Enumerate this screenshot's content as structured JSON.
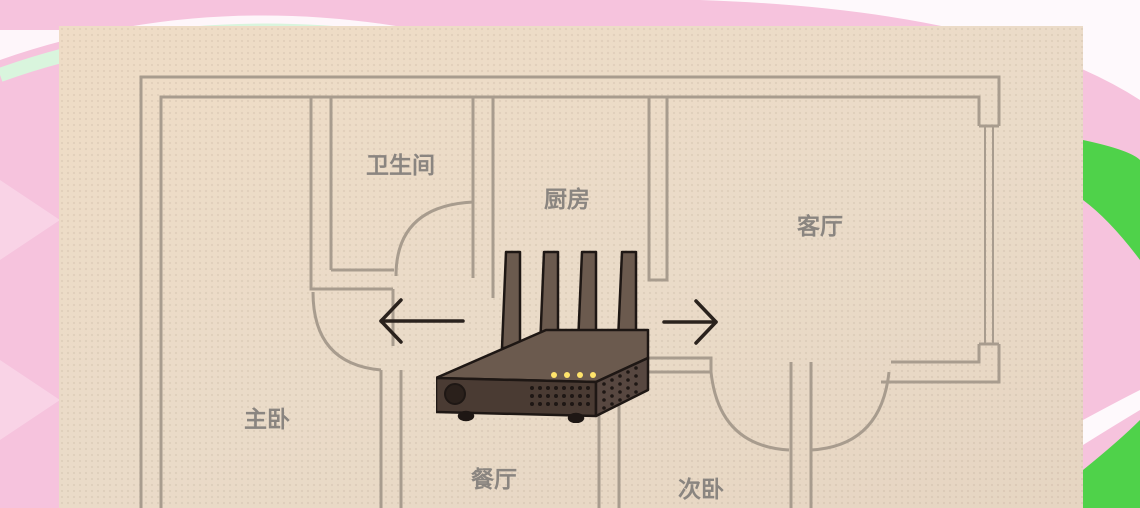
{
  "colors": {
    "page_background": "#f6c3dd",
    "accent_green": "#4fd24a",
    "panel_background": "#eadbc8",
    "wall_line": "#a89c8e",
    "label_text": "#8a8580",
    "router_body": "#5b4a40",
    "router_led": "#ffe46b"
  },
  "rooms": {
    "bathroom": "卫生间",
    "kitchen": "厨房",
    "living_room": "客厅",
    "master_bedroom": "主卧",
    "dining_room": "餐厅",
    "second_bedroom": "次卧"
  },
  "icons": {
    "router": "wifi-router-icon",
    "arrow_left": "arrow-left-icon",
    "arrow_right": "arrow-right-icon"
  }
}
